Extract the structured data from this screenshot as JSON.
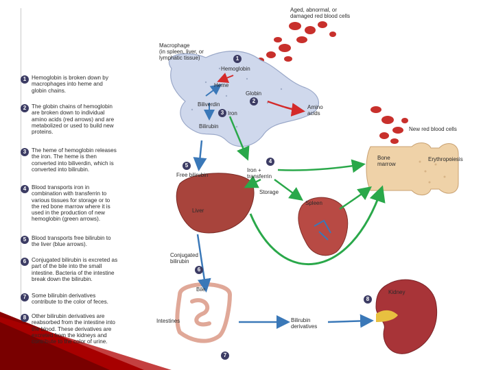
{
  "steps": [
    {
      "n": "1",
      "lines": [
        "Hemoglobin is broken down by",
        "macrophages into heme and",
        "globin chains."
      ]
    },
    {
      "n": "2",
      "lines": [
        "The globin chains of hemoglobin",
        "are broken down to individual",
        "amino acids (red arrows) and are",
        "metabolized or used to build new",
        "proteins."
      ]
    },
    {
      "n": "3",
      "lines": [
        "The heme of hemoglobin releases",
        "the iron. The heme is then",
        "converted into biliverdin, which is",
        "converted into bilirubin."
      ]
    },
    {
      "n": "4",
      "lines": [
        "Blood transports iron in",
        "combination with transferrin to",
        "various tissues for storage or to",
        "the red bone marrow where it is",
        "used in the production of new",
        "hemoglobin (green arrows)."
      ]
    },
    {
      "n": "5",
      "lines": [
        "Blood transports free bilirubin to",
        "the liver (blue arrows)."
      ]
    },
    {
      "n": "6",
      "lines": [
        "Conjugated bilirubin is excreted as",
        "part of the bile into the small",
        "intestine. Bacteria of the intestine",
        "break down the bilirubin."
      ]
    },
    {
      "n": "7",
      "lines": [
        "Some bilirubin derivatives",
        "contribute to the color of feces."
      ]
    },
    {
      "n": "8",
      "lines": [
        "Other bilirubin derivatives are",
        "reabsorbed from the intestine into",
        "the blood. These derivatives are",
        "excreted from the kidneys and",
        "contribute to the color of urine."
      ]
    }
  ],
  "labels": {
    "aged_rbc": [
      "Aged, abnormal, or",
      "damaged red blood cells"
    ],
    "macrophage": [
      "Macrophage",
      "(in spleen, liver, or",
      "lymphatic tissue)"
    ],
    "hemoglobin": "Hemoglobin",
    "heme": "Heme",
    "globin": "Globin",
    "biliverdin": "Biliverdin",
    "iron": "Iron",
    "bilirubin": "Bilirubin",
    "amino_acids": [
      "Amino",
      "acids"
    ],
    "new_rbc": "New red blood cells",
    "bone_marrow": [
      "Bone",
      "marrow"
    ],
    "erythropoiesis": "Erythropoiesis",
    "free_bilirubin": "Free bilirubin",
    "iron_transferrin": [
      "Iron +",
      "transferrin"
    ],
    "storage": "Storage",
    "liver": "Liver",
    "spleen": "Spleen",
    "conjugated_bilirubin": [
      "Conjugated",
      "bilirubin"
    ],
    "bile": "Bile",
    "kidney": "Kidney",
    "intestines": "Intestines",
    "bilirubin_derivatives": [
      "Bilirubin",
      "derivatives"
    ]
  },
  "diagram_badges": [
    "1",
    "2",
    "3",
    "4",
    "5",
    "6",
    "7",
    "8"
  ],
  "colors": {
    "red_arrow": "#d42a2a",
    "green_arrow": "#2aa84a",
    "blue_arrow": "#3a78b8",
    "macrophage": "#cfd8ec",
    "liver": "#a8443c",
    "spleen": "#b84a44",
    "kidney": "#a83438",
    "bone": "#efd2a8",
    "badge": "#3c3c64",
    "accent": "#8a0000"
  }
}
